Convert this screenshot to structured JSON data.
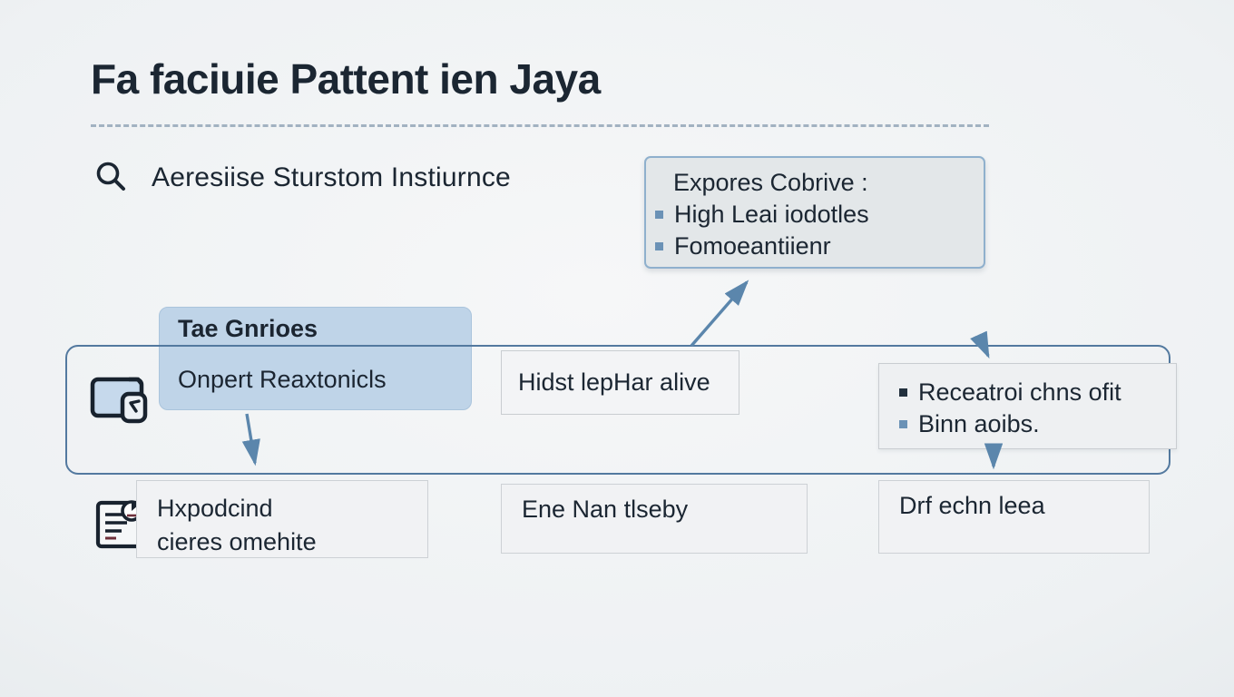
{
  "title": "Fa faciuie Pattent ien Jaya",
  "search": {
    "icon": "search-icon",
    "label": "Aeresiise Sturstom Instiurnce"
  },
  "callout": {
    "title": "Expores Cobrive :",
    "bullets": [
      "High Leai iodotles",
      "Fomoeantiienr"
    ]
  },
  "flow": {
    "source_box": {
      "row1": "Tae Gnrioes",
      "row2": "Onpert Reaxtonicls"
    },
    "middle_box": "Hidst lepHar alive",
    "right_box": {
      "bullets": [
        "Receatroi chns ofit",
        "Binn aoibs."
      ]
    }
  },
  "bottom_row": [
    {
      "line1": "Hxpodcind",
      "line2": "cieres omehite"
    },
    {
      "line1": "Ene Nan tlseby"
    },
    {
      "line1": "Drf echn leea"
    }
  ],
  "icons": {
    "search": "magnifier",
    "wallet": "wallet-window-with-badge",
    "document": "document-page-with-seal"
  },
  "colors": {
    "accent_arrow": "#5b86ac",
    "container_border": "#53799f",
    "source_box_fill": "#bfd4e8",
    "callout_fill": "#e3e7e9",
    "callout_border": "#8fb0cd",
    "panel_fill": "#f1f2f4",
    "bullet_blue": "#6b92b6",
    "bullet_dark": "#22303e",
    "text": "#1b2632",
    "dashed_rule": "#a2b2c1"
  }
}
